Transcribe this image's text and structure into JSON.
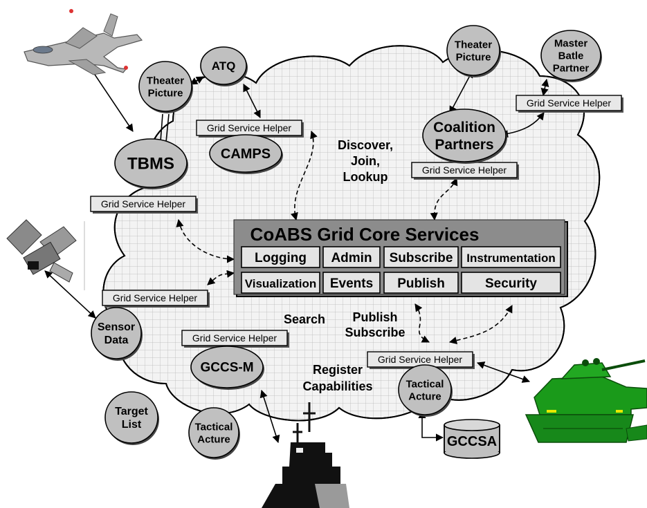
{
  "core": {
    "title": "CoABS Grid Core Services",
    "services": [
      "Logging",
      "Admin",
      "Subscribe",
      "Instrumentation",
      "Visualization",
      "Events",
      "Publish",
      "Security"
    ]
  },
  "helper_label": "Grid Service Helper",
  "nodes": {
    "theater_picture_left": "Theater Picture",
    "atq": "ATQ",
    "tbms": "TBMS",
    "camps": "CAMPS",
    "theater_picture_right": "Theater Picture",
    "master_battle_partner": "Master Batle Partner",
    "coalition_partners": "Coalition Partners",
    "sensor_data": "Sensor Data",
    "gccs_m": "GCCS-M",
    "tactical_acture_bottom": "Tactical Acture",
    "tactical_acture_right": "Tactical Acture",
    "target_list": "Target List",
    "gccsa": "GCCSA"
  },
  "labels": {
    "discover": "Discover, Join, Lookup",
    "search": "Search",
    "publish_subscribe": "Publish Subscribe",
    "register": "Register Capabilities"
  },
  "icons": [
    "fighter-jet-icon",
    "satellite-icon",
    "tank-icon",
    "warship-icon"
  ],
  "colors": {
    "node_fill": "#c0c0c0",
    "cloud_fill": "#f3f3f3",
    "grid_line": "#b8b8b8",
    "core_fill": "#808080",
    "cell_fill": "#e4e4e4",
    "tank_green": "#1a9a1a",
    "ship_black": "#111111"
  }
}
